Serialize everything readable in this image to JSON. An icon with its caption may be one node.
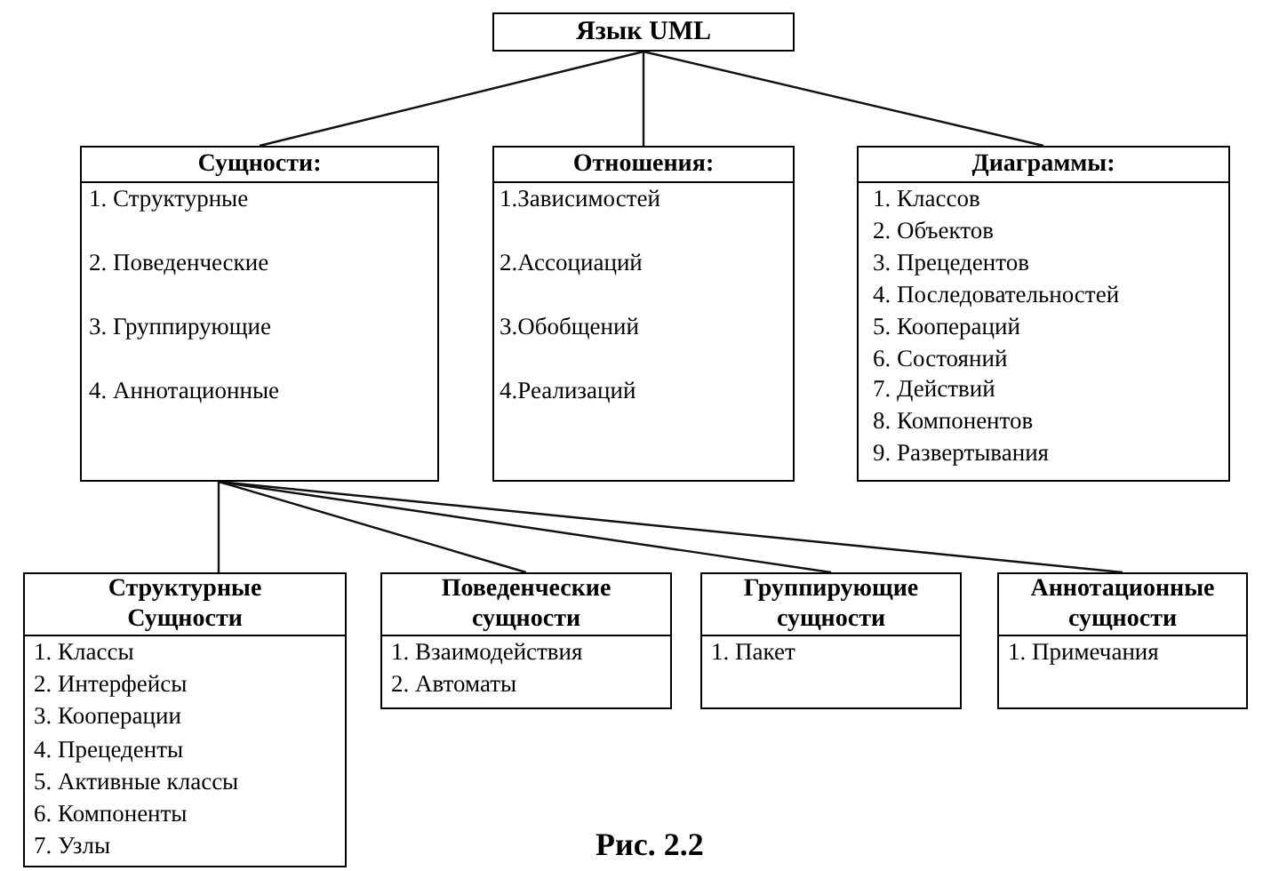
{
  "diagram": {
    "caption": "Рис. 2.2",
    "nodes": [
      {
        "text": [
          "Язык UML"
        ]
      },
      {
        "text": [
          "Сущности:",
          "1. Структурные",
          "2. Поведенческие",
          "3. Группирующие",
          "4. Аннотационные"
        ]
      },
      {
        "text": [
          "Отношения:",
          "1.Зависимостей",
          "2.Ассоциаций",
          "3.Обобщений",
          "4.Реализаций"
        ]
      },
      {
        "text": [
          "Диаграммы:",
          "1. Классов",
          "2. Объектов",
          "3. Прецедентов",
          "4. Последовательностей",
          "5. Коопераций",
          "6. Состояний",
          "7. Действий",
          "8. Компонентов",
          "9. Развертывания"
        ]
      },
      {
        "text": [
          "Структурные Сущности",
          "1. Классы",
          "2. Интерфейсы",
          "3. Кооперации",
          "4. Прецеденты",
          "5. Активные классы",
          "6. Компоненты",
          "7. Узлы"
        ]
      },
      {
        "text": [
          "Поведенческие сущности",
          "1. Взаимодействия",
          "2. Автоматы"
        ]
      },
      {
        "text": [
          "Группирующие сущности",
          "1. Пакет"
        ]
      },
      {
        "text": [
          "Аннотационные сущности",
          "1. Примечания"
        ]
      }
    ],
    "edges": [
      {
        "from": 0,
        "to": 1,
        "arrow": "none"
      },
      {
        "from": 0,
        "to": 2,
        "arrow": "none"
      },
      {
        "from": 0,
        "to": 3,
        "arrow": "none"
      },
      {
        "from": 1,
        "to": 4,
        "arrow": "none"
      },
      {
        "from": 1,
        "to": 5,
        "arrow": "none"
      },
      {
        "from": 1,
        "to": 6,
        "arrow": "none"
      },
      {
        "from": 1,
        "to": 7,
        "arrow": "none"
      }
    ]
  }
}
